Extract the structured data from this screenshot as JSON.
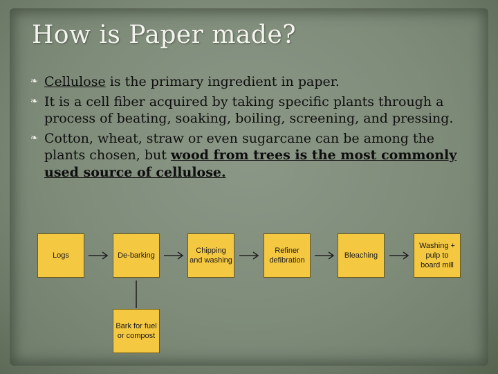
{
  "slide": {
    "title": "How is Paper made?",
    "bullets": [
      {
        "lead": "Cellulose",
        "rest": " is the primary ingredient in paper."
      },
      {
        "text": "It is a cell fiber acquired by taking specific plants through a process of beating, soaking, boiling, screening, and pressing."
      },
      {
        "pre": "Cotton, wheat, straw or even sugarcane can be among the plants chosen, but ",
        "emph": "wood from trees is the most commonly used source of cellulose. "
      }
    ]
  },
  "flowchart": {
    "steps": [
      "Logs",
      "De-barking",
      "Chipping and washing",
      "Refiner defibration",
      "Bleaching",
      "Washing + pulp to board mill"
    ],
    "side_output": "Bark for fuel or compost"
  },
  "colors": {
    "box_fill": "#f5c842",
    "box_border": "#6b5a16",
    "title_color": "#f4f4ee"
  },
  "icons": {
    "bullet": "leaf-bullet-icon",
    "flow_arrow": "arrow-right-icon"
  }
}
